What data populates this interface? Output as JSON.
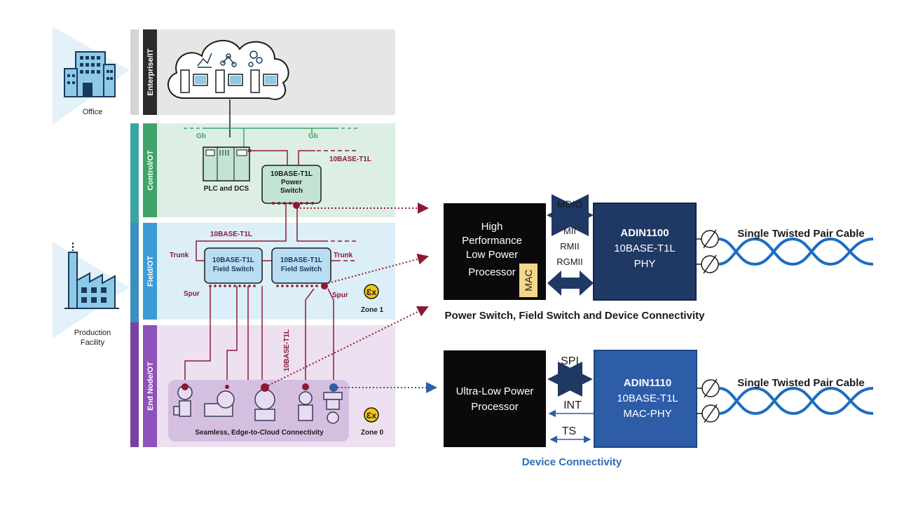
{
  "sidebar": {
    "office_label": "Office",
    "production_label": [
      "Production",
      "Facility"
    ]
  },
  "zones": {
    "enterprise": "Enterprise/IT",
    "control": "Control/OT",
    "field": "Field/OT",
    "endnode": "End Node/OT"
  },
  "control": {
    "gb_left": "Gb",
    "gb_right": "Gb",
    "t1l_label": "10BASE-T1L",
    "plc_label": "PLC and DCS",
    "power_switch": [
      "10BASE-T1L",
      "Power",
      "Switch"
    ]
  },
  "field": {
    "t1l_label": "10BASE-T1L",
    "trunk_left": "Trunk",
    "trunk_right": "Trunk",
    "switch_a": [
      "10BASE-T1L",
      "Field Switch"
    ],
    "switch_b": [
      "10BASE-T1L",
      "Field Switch"
    ],
    "spur_left": "Spur",
    "spur_right": "Spur",
    "zone1": "Zone 1",
    "ex_symbol": "Ɛx"
  },
  "endnode": {
    "vertical_label": "10BASE-T1L",
    "caption": "Seamless, Edge-to-Cloud Connectivity",
    "zone0": "Zone 0",
    "ex_symbol": "Ɛx"
  },
  "upper_block": {
    "processor": [
      "High",
      "Performance",
      "Low Power",
      "Processor"
    ],
    "mac": "MAC",
    "mdio": "MDIO",
    "interfaces": [
      "MII",
      "RMII",
      "RGMII"
    ],
    "phy_name": "ADIN1100",
    "phy_sub": [
      "10BASE-T1L",
      "PHY"
    ],
    "cable": "Single Twisted Pair Cable",
    "caption": "Power Switch, Field Switch and Device Connectivity"
  },
  "lower_block": {
    "processor": [
      "Ultra-Low Power",
      "Processor"
    ],
    "spi": "SPI",
    "int": "INT",
    "ts": "TS",
    "phy_name": "ADIN1110",
    "phy_sub": [
      "10BASE-T1L",
      "MAC-PHY"
    ],
    "cable": "Single Twisted Pair Cable",
    "caption": "Device Connectivity"
  },
  "colors": {
    "dark_red": "#8B1a35",
    "phy_upper": "#1F3864",
    "phy_lower": "#2E5DA8",
    "dark_text": "#1a1a1a",
    "blue_caption": "#2E6BB5",
    "cable_blue": "#1B6DC1",
    "control_bg": "#DDEFE5",
    "field_bg": "#DCEEF8",
    "endnode_bg": "#EDE0F0",
    "enterprise_bg": "#E6E6E6"
  }
}
